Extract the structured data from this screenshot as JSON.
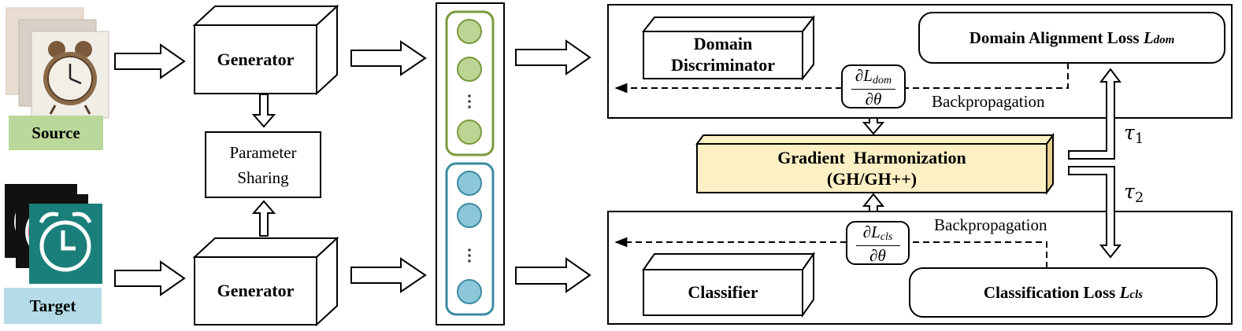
{
  "source_label": "Source",
  "target_label": "Target",
  "generator_top": "Generator",
  "generator_bottom": "Generator",
  "parameter_sharing_line1": "Parameter",
  "parameter_sharing_line2": "Sharing",
  "domain_discriminator_line1": "Domain",
  "domain_discriminator_line2": "Discriminator",
  "domain_alignment_loss": "Domain Alignment Loss",
  "domain_loss_symbol": "L",
  "domain_loss_sub": "dom",
  "classifier": "Classifier",
  "classification_loss": "Classification Loss",
  "cls_loss_symbol": "L",
  "cls_loss_sub": "cls",
  "gh_line1": "Gradient  Harmonization",
  "gh_line2": "(GH/GH++)",
  "backprop_top": "Backpropagation",
  "backprop_bottom": "Backpropagation",
  "grad_dom_num": "∂L",
  "grad_dom_sub": "dom",
  "grad_dom_den": "∂θ",
  "grad_cls_num": "∂L",
  "grad_cls_sub": "cls",
  "grad_cls_den": "∂θ",
  "tau1": "τ",
  "tau1_sub": "1",
  "tau2": "τ",
  "tau2_sub": "2",
  "colors": {
    "source_bg": "#b9d89a",
    "target_bg": "#b4dbe7",
    "green_stroke": "#7a9a3c",
    "green_fill": "#bcd494",
    "blue_stroke": "#3d8aa3",
    "blue_fill": "#8cc7d9",
    "gh_fill": "#fdf0c4",
    "gh_side": "#e6d08e",
    "teal_clock": "#1a7f7a"
  }
}
